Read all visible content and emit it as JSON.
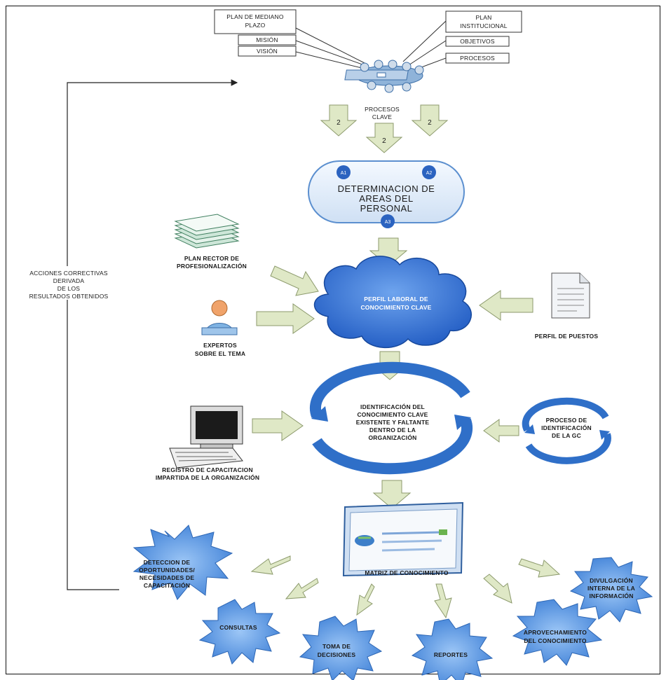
{
  "top_boxes": {
    "plan_mediano": [
      "PLAN DE MEDIANO",
      "PLAZO"
    ],
    "mision": "MISIÓN",
    "vision": "VISIÓN",
    "plan_institucional": [
      "PLAN",
      "INSTITUCIONAL"
    ],
    "objetivos": "OBJETIVOS",
    "procesos": "PROCESOS"
  },
  "procesos_clave": [
    "PROCESOS",
    "CLAVE"
  ],
  "feedback_label": [
    "ACCIONES CORRECTIVAS",
    "DERIVADA",
    "DE LOS",
    "RESULTADOS OBTENIDOS"
  ],
  "determinacion": [
    "DETERMINACION DE",
    "AREAS DEL",
    "PERSONAL"
  ],
  "area_badges": [
    "A1",
    "A2",
    "A3"
  ],
  "plan_rector": [
    "PLAN RECTOR DE",
    "PROFESIONALIZACIÓN"
  ],
  "perfil_laboral": [
    "PERFIL LABORAL DE",
    "CONOCIMIENTO CLAVE"
  ],
  "perfil_puestos": "PERFIL DE PUESTOS",
  "expertos": [
    "EXPERTOS",
    "SOBRE EL TEMA"
  ],
  "identificacion": [
    "IDENTIFICACIÓN DEL",
    "CONOCIMIENTO CLAVE",
    "EXISTENTE Y FALTANTE",
    "DENTRO DE LA",
    "ORGANIZACIÓN"
  ],
  "proceso_identificacion": [
    "PROCESO DE",
    "IDENTIFICACIÓN",
    "DE LA GC"
  ],
  "registro": [
    "REGISTRO DE CAPACITACION",
    "IMPARTIDA DE LA ORGANIZACIÓN"
  ],
  "matriz": "MATRIZ DE CONOCIMIENTO",
  "outputs": {
    "deteccion": [
      "DETECCION DE",
      "OPORTUNIDADES/",
      "NECESIDADES DE",
      "CAPACITACIÓN"
    ],
    "consultas": "CONSULTAS",
    "toma": [
      "TOMA DE",
      "DECISIONES"
    ],
    "reportes": "REPORTES",
    "aprovechamiento": [
      "APROVECHAMIENTO",
      "DEL CONOCIMIENTO"
    ],
    "divulgacion": [
      "DIVULGACIÓN",
      "INTERNA DE LA",
      "INFORMACIÓN"
    ]
  },
  "colors": {
    "arrow_fill": "#dfe8c6",
    "oval_fill": "#dce9f7",
    "oval_stroke": "#5b8fcf",
    "cloud": "#1f5fc9",
    "star": "#4f8fe0",
    "cycle": "#2f6fc8"
  },
  "icons": [
    "people-at-table-icon",
    "stacked-papers-icon",
    "person-icon",
    "document-icon",
    "computer-icon",
    "cycle-icon",
    "matrix-screen-icon"
  ]
}
